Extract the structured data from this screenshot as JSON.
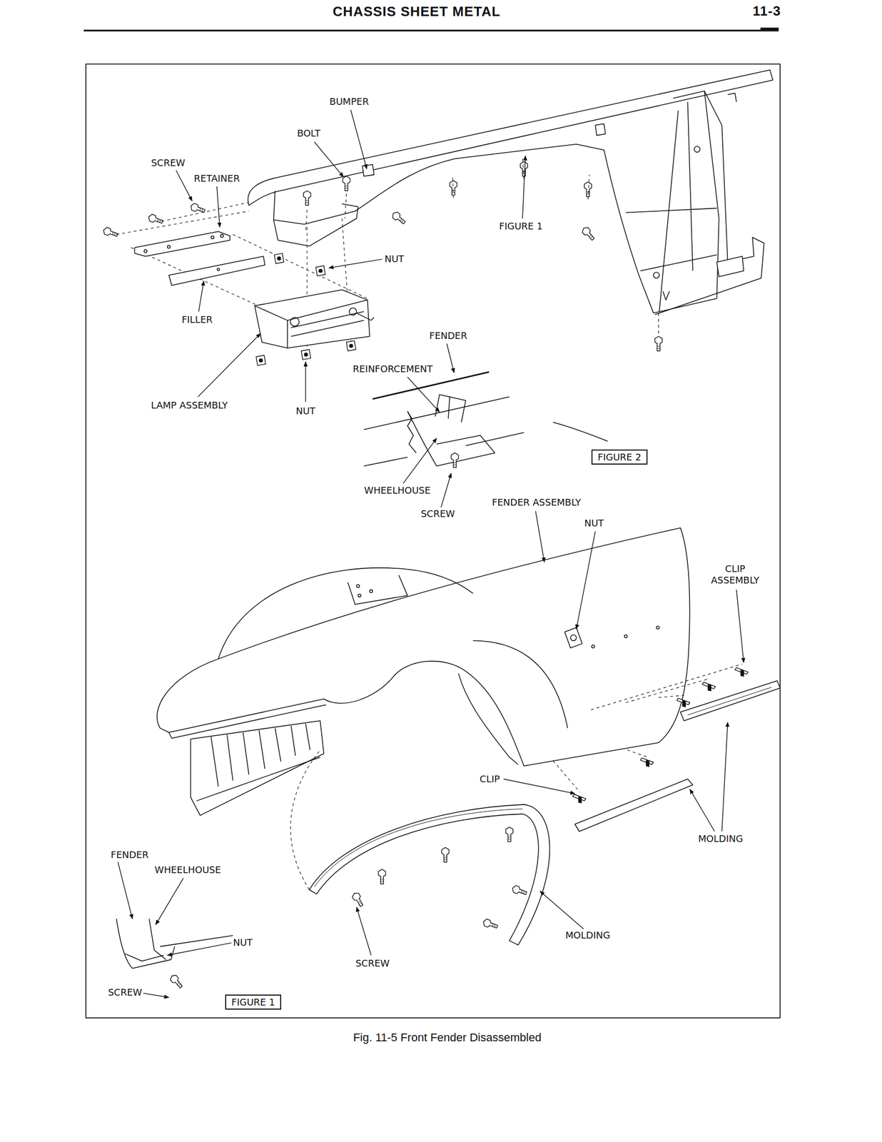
{
  "diagram": {
    "title": "CHASSIS SHEET METAL",
    "caption": "Fig. 11-5 Front Fender Disassembled",
    "nodes": [
      {
        "text": [
          "FIGURE 2"
        ]
      },
      {
        "text": [
          "FIGURE 1"
        ]
      }
    ],
    "labels": [
      "11-3",
      "BUMPER",
      "BOLT",
      "SCREW",
      "RETAINER",
      "FIGURE 1",
      "NUT",
      "FILLER",
      "FENDER",
      "REINFORCEMENT",
      "LAMP ASSEMBLY",
      "NUT",
      "WHEELHOUSE",
      "FENDER ASSEMBLY",
      "SCREW",
      "NUT",
      "CLIP ASSEMBLY",
      "CLIP",
      "MOLDING",
      "FENDER",
      "WHEELHOUSE",
      "NUT",
      "MOLDING",
      "SCREW",
      "SCREW"
    ]
  }
}
